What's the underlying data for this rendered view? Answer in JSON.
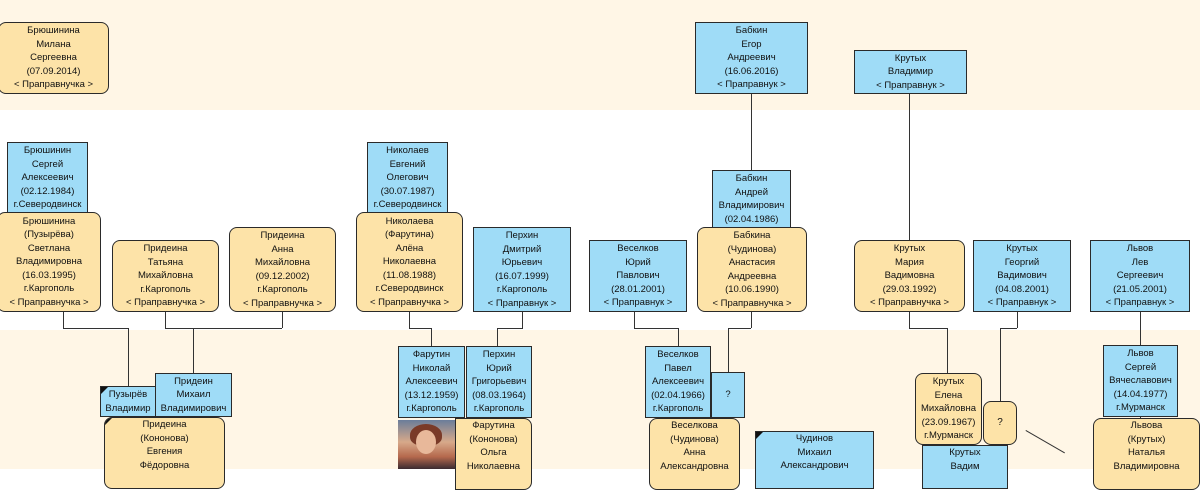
{
  "cards": {
    "c1": [
      "Брюшинина",
      "Милана",
      "Сергеевна",
      "(07.09.2014)",
      "< Праправнучка >"
    ],
    "c2": [
      "Бабкин",
      "Егор",
      "Андреевич",
      "(16.06.2016)",
      "< Праправнук >"
    ],
    "c3": [
      "Крутых",
      "Владимир",
      "< Праправнук >"
    ],
    "c4": [
      "Брюшинин",
      "Сергей",
      "Алексеевич",
      "(02.12.1984)",
      "г.Северодвинск"
    ],
    "c5": [
      "Брюшинина",
      "(Пузырёва)",
      "Светлана",
      "Владимировна",
      "(16.03.1995)",
      "г.Каргополь",
      "< Праправнучка >"
    ],
    "c6": [
      "Придеина",
      "Татьяна",
      "Михайловна",
      "г.Каргополь",
      "< Праправнучка >"
    ],
    "c7": [
      "Придеина",
      "Анна",
      "Михайловна",
      "(09.12.2002)",
      "г.Каргополь",
      "< Праправнучка >"
    ],
    "c8": [
      "Николаев",
      "Евгений",
      "Олегович",
      "(30.07.1987)",
      "г.Северодвинск"
    ],
    "c9": [
      "Николаева",
      "(Фарутина)",
      "Алёна",
      "Николаевна",
      "(11.08.1988)",
      "г.Северодвинск",
      "< Праправнучка >"
    ],
    "c10": [
      "Перхин",
      "Дмитрий",
      "Юрьевич",
      "(16.07.1999)",
      "г.Каргополь",
      "< Праправнук >"
    ],
    "c11": [
      "Веселков",
      "Юрий",
      "Павлович",
      "(28.01.2001)",
      "< Праправнук >"
    ],
    "c12": [
      "Бабкин",
      "Андрей",
      "Владимирович",
      "(02.04.1986)"
    ],
    "c13": [
      "Бабкина",
      "(Чудинова)",
      "Анастасия",
      "Андреевна",
      "(10.06.1990)",
      "< Праправнучка >"
    ],
    "c14": [
      "Крутых",
      "Мария",
      "Вадимовна",
      "(29.03.1992)",
      "< Праправнучка >"
    ],
    "c15": [
      "Крутых",
      "Георгий",
      "Вадимович",
      "(04.08.2001)",
      "< Праправнук >"
    ],
    "c16": [
      "Львов",
      "Лев",
      "Сергеевич",
      "(21.05.2001)",
      "< Праправнук >"
    ],
    "c17": [
      "Пузырёв",
      "Владимир"
    ],
    "c18": [
      "Придеин",
      "Михаил",
      "Владимирович"
    ],
    "c19": [
      "Фарутин",
      "Николай",
      "Алексеевич",
      "(13.12.1959)",
      "г.Каргополь"
    ],
    "c20": [
      "Перхин",
      "Юрий",
      "Григорьевич",
      "(08.03.1964)",
      "г.Каргополь"
    ],
    "c21": [
      "Веселков",
      "Павел",
      "Алексеевич",
      "(02.04.1966)",
      "г.Каргополь"
    ],
    "c22": [
      "?"
    ],
    "c23": [
      "Крутых",
      "Елена",
      "Михайловна",
      "(23.09.1967)",
      "г.Мурманск"
    ],
    "c24": [
      "?"
    ],
    "c25": [
      "Львов",
      "Сергей",
      "Вячеславович",
      "(14.04.1977)",
      "г.Мурманск"
    ],
    "c26": [
      "Придеина",
      "(Кононова)",
      "Евгения",
      "Фёдоровна"
    ],
    "c27": [
      "Фарутина",
      "(Кононова)",
      "Ольга",
      "Николаевна"
    ],
    "c28": [
      "Веселкова",
      "(Чудинова)",
      "Анна",
      "Александровна"
    ],
    "c29": [
      "Чудинов",
      "Михаил",
      "Александрович"
    ],
    "c30": [
      "Крутых",
      "Вадим"
    ],
    "c31": [
      "Львова",
      "(Крутых)",
      "Наталья",
      "Владимировна"
    ]
  }
}
